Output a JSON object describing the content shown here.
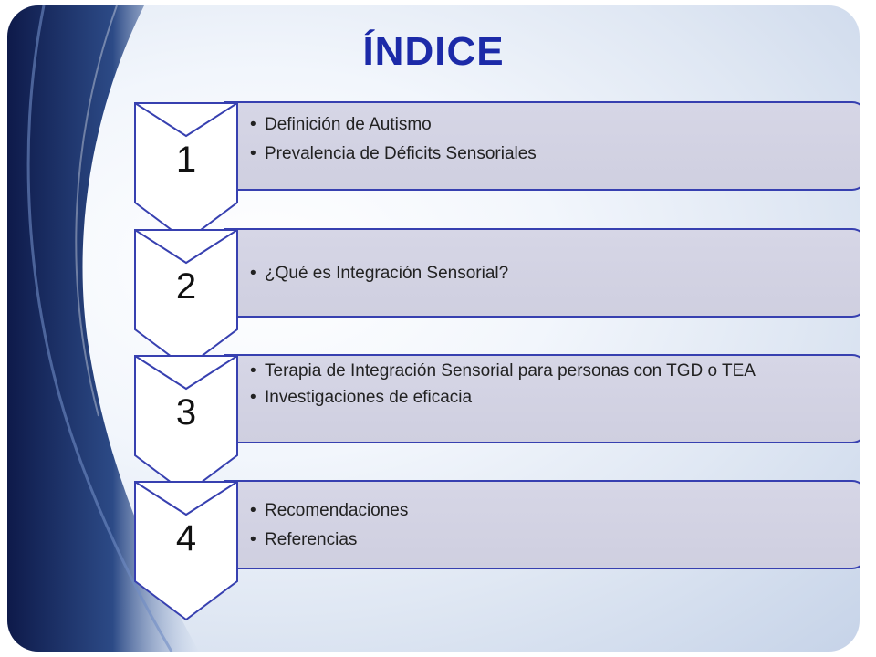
{
  "title": "ÍNDICE",
  "colors": {
    "title": "#1c2aa8",
    "chevron_fill": "#ffffff",
    "chevron_stroke": "#3740b0",
    "content_fill": "#d4d4e4"
  },
  "sections": [
    {
      "number": "1",
      "items": [
        "Definición de Autismo",
        "Prevalencia de Déficits Sensoriales"
      ]
    },
    {
      "number": "2",
      "items": [
        "¿Qué es Integración Sensorial?"
      ]
    },
    {
      "number": "3",
      "items": [
        "Terapia de Integración Sensorial para personas con TGD o TEA",
        "Investigaciones de eficacia"
      ]
    },
    {
      "number": "4",
      "items": [
        "Recomendaciones",
        "Referencias"
      ]
    }
  ]
}
